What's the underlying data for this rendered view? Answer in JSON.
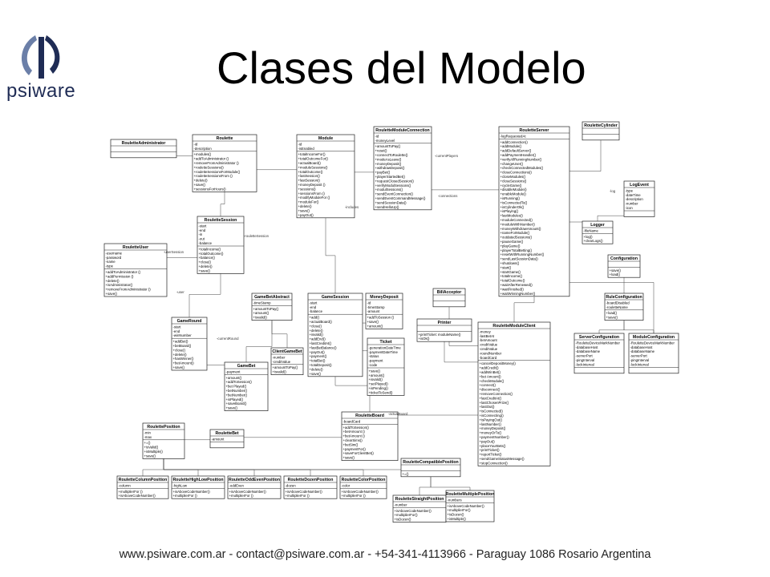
{
  "header": {
    "brand": "psiware",
    "title": "Clases del Modelo"
  },
  "footer": {
    "text": "www.psiware.com.ar - contact@psiware.com.ar - +54-341-4113966 - Paraguay 1086 Rosario Argentina"
  },
  "diagram": {
    "classes": [
      {
        "id": "RouletteAdministrator",
        "name": "RouletteAdministrator",
        "attrs": [],
        "ops": []
      },
      {
        "id": "Roulette",
        "name": "Roulette",
        "attrs": [
          "-id",
          "-description"
        ],
        "ops": [
          "+modules()",
          "+addToAdministrator ()",
          "+removeFromAdministrator ()",
          "+rouletteSessions()",
          "+rouletteSessionsForModule()",
          "+rouletteSessionsFrom ()",
          "+delete()",
          "+save()",
          "+sessionsForHours()"
        ]
      },
      {
        "id": "Module",
        "name": "Module",
        "attrs": [
          "-id",
          "-isEnabled"
        ],
        "ops": [
          "+totalIncomeFor()",
          "+totalOutcomeFor()",
          "+actualBoard()",
          "+moduleSessions()",
          "+totalOutcome()",
          "+lastSession()",
          "+lastSession()",
          "+moneyDeposit ()",
          "+sessions()",
          "+sessionsFrom ()",
          "+modifyModuleFor ()",
          "+moduleFor()",
          "+delete()",
          "+save()",
          "+payOut()"
        ]
      },
      {
        "id": "RouletteModuleConnection",
        "name": "RouletteModuleConnection",
        "attrs": [
          "-id",
          "-moneyLevel"
        ],
        "ops": [
          "+amountToPay()",
          "+reset()",
          "+connectToRoulette()",
          "+modeAsLeave()",
          "+moneyDeposit()",
          "+withdrawDeposit()",
          "+payBet()",
          "+playerStartedBet()",
          "+requestClosedSession()",
          "+verifyModulSessions()",
          "+modulSessions()",
          "+sendEventConnection()",
          "+sendEventCommandMessage()",
          "+sendSessionData()",
          "+sendHelloUp()"
        ]
      },
      {
        "id": "RouletteServer",
        "name": "RouletteServer",
        "attrs": [
          "-logRequestedAt"
        ],
        "ops": [
          "+addConnection()",
          "+addModule()",
          "+addDefaultServer()",
          "+addPaymentHandler()",
          "+verifyAllRunningNumber()",
          "+changeUser()",
          "+checkConnectedModules()",
          "+closeConnections()",
          "+closeModules()",
          "+closeSessions()",
          "+cycleGame()",
          "+disableModule()",
          "+enableModule()",
          "+isRunning()",
          "+isConnectedTo()",
          "+isCylinderOk()",
          "+isPlaying()",
          "+lastModules()",
          "+moduleConnected()",
          "+moduleWithNumber()",
          "+moneyWithdrawAmount()",
          "+nameForModule()",
          "+outdatedSessions()",
          "+pauseGame()",
          "+playGame()",
          "+playerTotalBetting()",
          "+resetWithRunningNumber()",
          "+sendLastSessionData()",
          "+shutdown()",
          "+start()",
          "+startGame()",
          "+totalIncome()",
          "+totalOutcome()",
          "+waitAfterRenewed()",
          "+waitFinished()",
          "+waitWinningNumber()"
        ]
      },
      {
        "id": "RouletteCylinder",
        "name": "RouletteCylinder",
        "attrs": [],
        "ops": []
      },
      {
        "id": "LogEvent",
        "name": "LogEvent",
        "attrs": [
          "-type",
          "-dateTime",
          "-description",
          "-number",
          "-icon"
        ],
        "ops": []
      },
      {
        "id": "Logger",
        "name": "Logger",
        "attrs": [
          "-fileName"
        ],
        "ops": [
          "+log()",
          "+clearLogs()"
        ]
      },
      {
        "id": "Configuration",
        "name": "Configuration",
        "attrs": [],
        "ops": [
          "+save()",
          "+load()"
        ]
      },
      {
        "id": "RuleConfiguration",
        "name": "RuleConfiguration",
        "attrs": [
          "-boardDisabled",
          "-rouletteName"
        ],
        "ops": [
          "+load()",
          "+save()"
        ]
      },
      {
        "id": "ServerConfiguration",
        "name": "ServerConfiguration",
        "attrs": [
          "-RouletteDeviceMarkNumber",
          "-databaseHost",
          "-databaseName",
          "-serverPort",
          "-pingInterval",
          "-lockInterval"
        ],
        "ops": []
      },
      {
        "id": "ModuleConfiguration",
        "name": "ModuleConfiguration",
        "attrs": [
          "-RouletteDeviceMarkNumber",
          "-databaseHost",
          "-databaseName",
          "-serverPort",
          "-pingInterval",
          "-lockInterval"
        ],
        "ops": []
      },
      {
        "id": "RouletteModuleClient",
        "name": "RouletteModuleClient",
        "attrs": [
          "-money",
          "-lastBetAt",
          "-betAmount",
          "-creditValue",
          "-creditValue",
          "-roundNumber",
          "-boardCard"
        ],
        "ops": [
          "+cancelDepositMoney()",
          "+addCredit()",
          "+addWinBet()",
          "+bet Amount()",
          "+checkModule()",
          "+connect()",
          "+disconnect()",
          "+removeConnection()",
          "+lastCreditAt()",
          "+lastChosenPrize()",
          "+lastOut()",
          "+isConnected()",
          "+isConnecting()",
          "+isPayingOut()",
          "+lastNumber()",
          "+moneyDeposit()",
          "+moneyOrTo()",
          "+paymentNumber()",
          "+payOut()",
          "+placeYourBets()",
          "+printTicket()",
          "+reportTicket()",
          "+sendGameStatusMessage()",
          "+stopConnection()"
        ]
      },
      {
        "id": "BillAcceptor",
        "name": "BillAcceptor",
        "attrs": [],
        "ops": []
      },
      {
        "id": "Printer",
        "name": "Printer",
        "attrs": [],
        "ops": [
          "+printTicket: moduleName()",
          "+isOk()"
        ]
      },
      {
        "id": "RouletteSession",
        "name": "RouletteSession",
        "attrs": [
          "-start",
          "-end",
          "-in",
          "-out",
          "-balance"
        ],
        "ops": [
          "+totalIncome()",
          "+totalOutcome()",
          "+balance()",
          "+close()",
          "+delete()",
          "+save()"
        ]
      },
      {
        "id": "RouletteUser",
        "name": "RouletteUser",
        "attrs": [
          "-username",
          "-password",
          "-name",
          "-type"
        ],
        "ops": [
          "+addToAdministrator ()",
          "+addPermission ()",
          "+delete()",
          "+isAdministrator()",
          "+removeFromAdministrator ()",
          "+save()"
        ]
      },
      {
        "id": "GameRound",
        "name": "GameRound",
        "attrs": [
          "-start",
          "-end",
          "-winNumber"
        ],
        "ops": [
          "+addBet()",
          "+betBoard()",
          "+close()",
          "+delete()",
          "+hasWinner()",
          "+betAmount()",
          "+save()"
        ]
      },
      {
        "id": "GameBetAbstract",
        "name": "GameBetAbstract",
        "attrs": [
          "-timeStamp"
        ],
        "ops": [
          "+amountToPay()",
          "+amount()",
          "+isvalid()"
        ]
      },
      {
        "id": "GameSession",
        "name": "GameSession",
        "attrs": [
          "-start",
          "-end",
          "-balance"
        ],
        "ops": [
          "+add()",
          "+actualBoard()",
          "+close()",
          "+delete()",
          "+isvalid()",
          "+addEnd()",
          "+lastCreditAt()",
          "+lastBetBalance()",
          "+payOut()",
          "+payment()",
          "+totalBet()",
          "+totalDeposit()",
          "+delete()",
          "+save()"
        ]
      },
      {
        "id": "MoneyDeposit",
        "name": "MoneyDeposit",
        "attrs": [
          "-id",
          "-timeStamp",
          "-amount"
        ],
        "ops": [
          "+addToSession ()",
          "+save()",
          "+amount()"
        ]
      },
      {
        "id": "ClientGameBet",
        "name": "ClientGameBet",
        "attrs": [
          "-number",
          "-creditValue"
        ],
        "ops": [
          "+amountToPay()",
          "+isvalid()"
        ]
      },
      {
        "id": "GameBet",
        "name": "GameBet",
        "attrs": [
          "-payment"
        ],
        "ops": [
          "+amount()",
          "+addToSession()",
          "+bet Played()",
          "+betNumber()",
          "+betNumber()",
          "+isPlayed()",
          "+saveBoard()",
          "+save()"
        ]
      },
      {
        "id": "Ticket",
        "name": "Ticket",
        "attrs": [
          "-generationDateTime",
          "-paymentDateTime",
          "-status",
          "-payment",
          "-code"
        ],
        "ops": [
          "+save()",
          "+amount()",
          "+isvalid()",
          "+setPlayed()",
          "+isPending()",
          "+ticketToSend()"
        ]
      },
      {
        "id": "RouletteBoard",
        "name": "RouletteBoard",
        "attrs": [
          "-boardCard"
        ],
        "ops": [
          "+addToSession()",
          "+betAmount ()",
          "+betAmount ()",
          "+clearSims()",
          "+betSim()",
          "+paymentFor()",
          "+saveForClientBet()",
          "+save()"
        ]
      },
      {
        "id": "RoulettePosition",
        "name": "RoulettePosition",
        "attrs": [
          "-min",
          "-max"
        ],
        "ops": [
          "+=()",
          "+isValid()",
          "+isMultiple()",
          "+save()"
        ]
      },
      {
        "id": "RouletteBet",
        "name": "RouletteBet",
        "attrs": [
          "-amount"
        ],
        "ops": []
      },
      {
        "id": "RouletteCompatiblePosition",
        "name": "RouletteCompatiblePosition",
        "attrs": [],
        "ops": [
          "+=()"
        ]
      },
      {
        "id": "RouletteColumnPosition",
        "name": "RouletteColumnPosition",
        "attrs": [
          "-column"
        ],
        "ops": [
          "+multiplierFor ()",
          "+isAboveCodeNumber()"
        ]
      },
      {
        "id": "RouletteHighLowPosition",
        "name": "RouletteHighLowPosition",
        "attrs": [
          "-highLow"
        ],
        "ops": [
          "+isAboveCodeNumber()",
          "+multiplierFor ()"
        ]
      },
      {
        "id": "RouletteOddEvenPosition",
        "name": "RouletteOddEvenPosition",
        "attrs": [
          "-oddEven"
        ],
        "ops": [
          "+isAboveCodeNumber()",
          "+multiplierFor ()"
        ]
      },
      {
        "id": "RouletteDozenPosition",
        "name": "RouletteDozenPosition",
        "attrs": [
          "-dozen"
        ],
        "ops": [
          "+isAboveCodeNumber()",
          "+multiplierFor ()"
        ]
      },
      {
        "id": "RouletteColorPosition",
        "name": "RouletteColorPosition",
        "attrs": [
          "-color"
        ],
        "ops": [
          "+isAboveCodeNumber()",
          "+multiplierFor ()"
        ]
      },
      {
        "id": "RouletteStraightPosition",
        "name": "RouletteStraightPosition",
        "attrs": [
          "-number"
        ],
        "ops": [
          "+isAboveCodeNumber()",
          "+multiplierFor()",
          "+isDozen()"
        ]
      },
      {
        "id": "RouletteMultiplePosition",
        "name": "RouletteMultiplePosition",
        "attrs": [
          "-numbers"
        ],
        "ops": [
          "+isAboveCodeNumber()",
          "+multiplierFor()",
          "+isDozen()",
          "+isMultiple()"
        ]
      }
    ],
    "labels": [
      {
        "id": "l1",
        "text": "-rouletteSession"
      },
      {
        "id": "l2",
        "text": "-currentPlayers"
      },
      {
        "id": "l3",
        "text": "-connections"
      },
      {
        "id": "l4",
        "text": "-includes"
      },
      {
        "id": "l5",
        "text": "-currentRound"
      },
      {
        "id": "l6",
        "text": "-user"
      },
      {
        "id": "l7",
        "text": "-actualBoard"
      },
      {
        "id": "l8",
        "text": "-userSession"
      },
      {
        "id": "l9",
        "text": "-log"
      }
    ]
  }
}
